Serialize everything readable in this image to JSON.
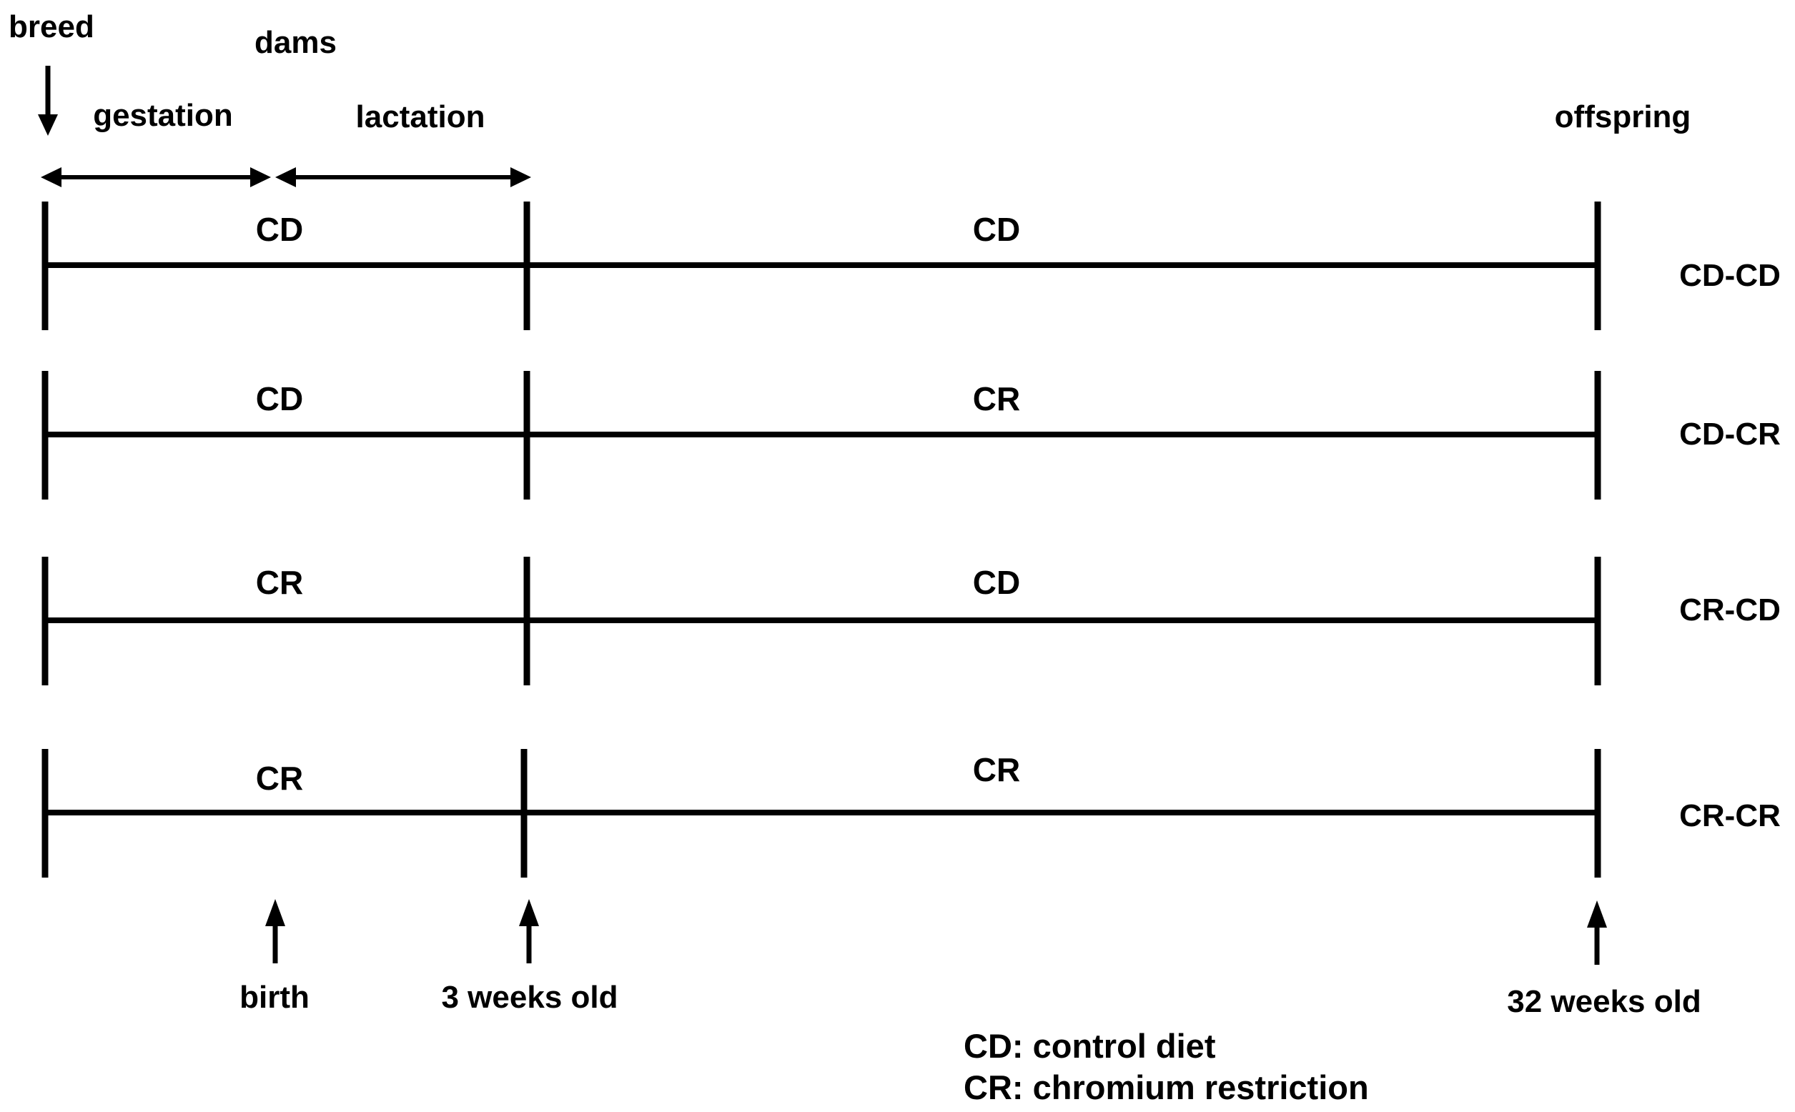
{
  "figure": {
    "top_labels": {
      "breed": "breed",
      "dams": "dams",
      "gestation": "gestation",
      "lactation": "lactation",
      "offspring": "offspring"
    },
    "groups": [
      {
        "dam_diet": "CD",
        "offspring_diet": "CD",
        "label": "CD-CD"
      },
      {
        "dam_diet": "CD",
        "offspring_diet": "CR",
        "label": "CD-CR"
      },
      {
        "dam_diet": "CR",
        "offspring_diet": "CD",
        "label": "CR-CD"
      },
      {
        "dam_diet": "CR",
        "offspring_diet": "CR",
        "label": "CR-CR"
      }
    ],
    "timeline_markers": {
      "birth": "birth",
      "weaning": "3 weeks old",
      "end": "32 weeks old"
    },
    "legend": {
      "line1": "CD: control diet",
      "line2": "CR: chromium restriction"
    },
    "colors": {
      "ink": "#000000",
      "background": "#ffffff"
    }
  }
}
